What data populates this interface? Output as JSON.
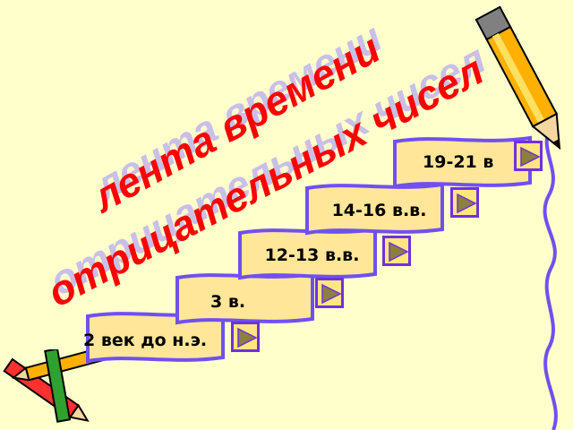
{
  "title": {
    "line1": "лента времени",
    "line2": "отрицательных чисел"
  },
  "timeline": [
    {
      "label": "2 век до н.э.",
      "button": "play-icon"
    },
    {
      "label": "3 в.",
      "button": "play-icon"
    },
    {
      "label": "12-13 в.в.",
      "button": "play-icon"
    },
    {
      "label": "14-16 в.в.",
      "button": "play-icon"
    },
    {
      "label": "19-21 в",
      "button": "play-icon"
    }
  ],
  "colors": {
    "background": "#ffffcc",
    "title": "#ff0000",
    "ribbon_fill": "#ffe699",
    "ribbon_border": "#7050f0",
    "button_fill": "#ffe680",
    "play": "#8b8040"
  }
}
